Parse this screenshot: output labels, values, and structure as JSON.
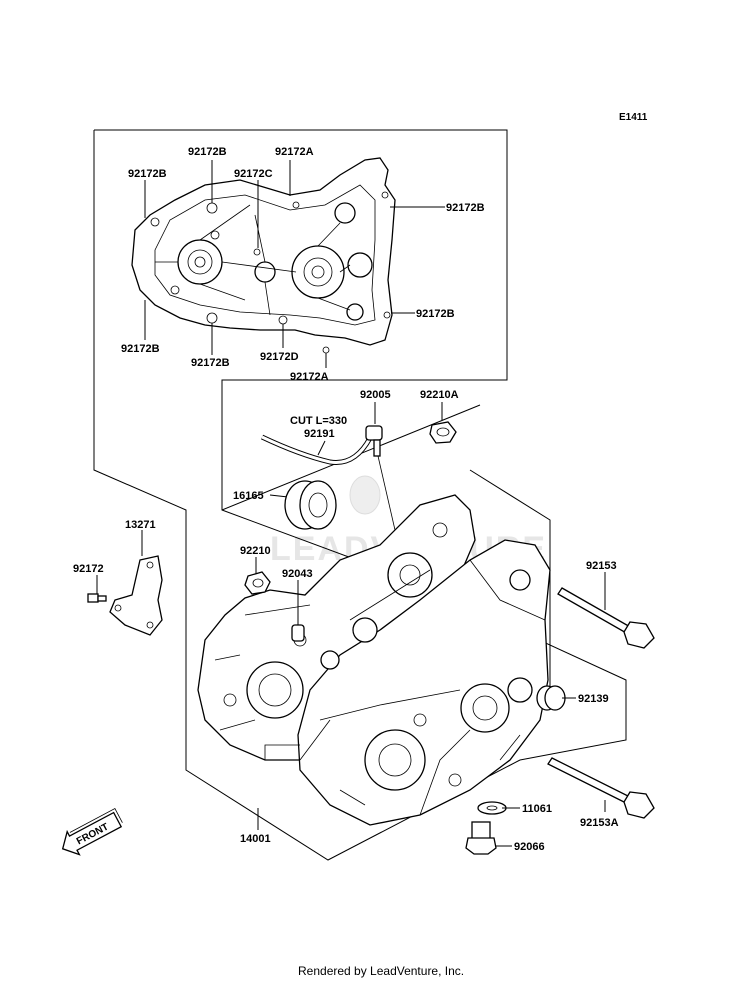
{
  "diagram_code": "E1411",
  "footer": "Rendered by LeadVenture, Inc.",
  "watermark": "LEADVENTURE",
  "front_label": "FRONT",
  "gasket_labels": {
    "top_left_b": "92172B",
    "top_center_b": "92172B",
    "top_a": "92172A",
    "center_c": "92172C",
    "right_top_b": "92172B",
    "right_bottom_b": "92172B",
    "bottom_left_b": "92172B",
    "bottom_center_b": "92172B",
    "bottom_d": "92172D",
    "bottom_a": "92172A"
  },
  "breather_labels": {
    "cut_length": "CUT L=330",
    "hose": "92191",
    "fitting": "92005",
    "nut": "92210A",
    "seal": "16165"
  },
  "crankcase_labels": {
    "bracket": "13271",
    "bracket_bolt": "92172",
    "nut": "92210",
    "dowel_pin": "92043",
    "bolt_top": "92153",
    "collar": "92139",
    "washer": "11061",
    "bolt_bottom": "92153A",
    "plug": "92066",
    "crankcase": "14001"
  }
}
